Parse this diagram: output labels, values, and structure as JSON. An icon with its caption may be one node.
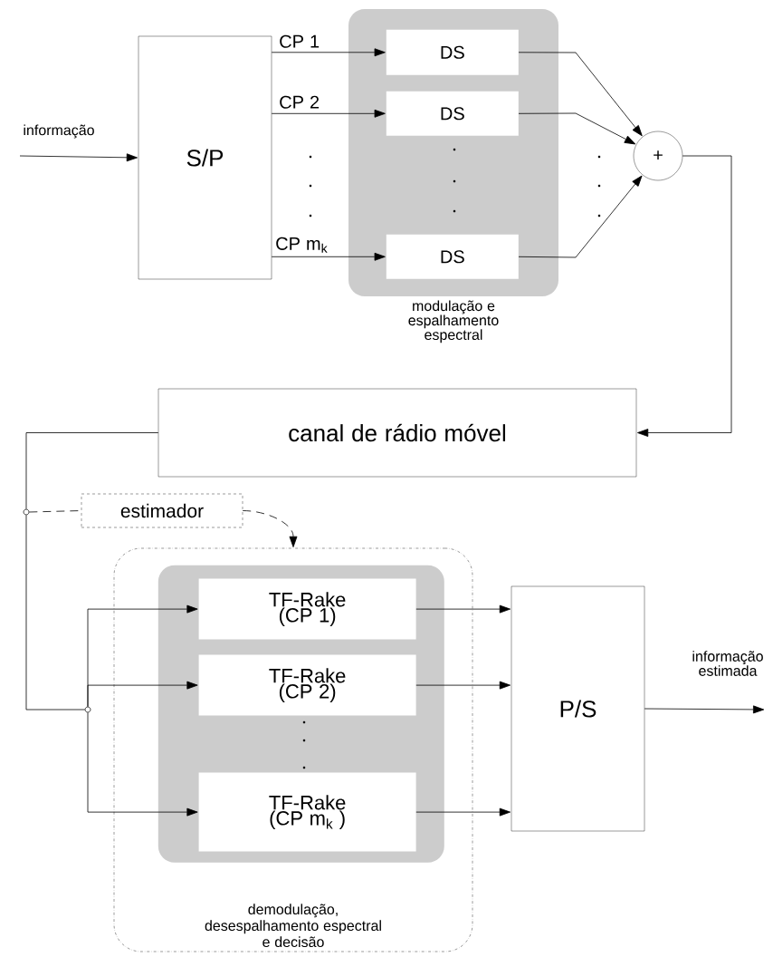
{
  "diagram": {
    "nodes": [
      {
        "text": [
          "S/P"
        ]
      },
      {
        "text": [
          "modulação e espalhamento espectral"
        ]
      },
      {
        "text": [
          "DS"
        ],
        "in": 1
      },
      {
        "text": [
          "DS"
        ],
        "in": 1
      },
      {
        "text": [
          "DS"
        ],
        "in": 1
      },
      {
        "text": [
          "+"
        ]
      },
      {
        "text": [
          "canal de rádio móvel"
        ]
      },
      {
        "text": [
          "estimador"
        ]
      },
      {
        "text": [
          "demodulação, desespalhamento espectral e decisão"
        ]
      },
      {
        "text": [],
        "shape": "box",
        "in": 8
      },
      {
        "text": [
          "TF-Rake (CP 1)"
        ],
        "in": 9
      },
      {
        "text": [
          "TF-Rake (CP 2)"
        ],
        "in": 9
      },
      {
        "text": [
          "TF-Rake (CP m$_{k}$ )"
        ],
        "in": 9
      },
      {
        "text": [
          "P/S"
        ]
      },
      {
        "text": [],
        "shape": "circle"
      },
      {
        "text": [],
        "shape": "circle"
      }
    ],
    "edges": [
      {
        "from": null,
        "to": 0,
        "arrow": "to",
        "label": "informação"
      },
      {
        "from": 0,
        "to": 2,
        "arrow": "to",
        "label": "CP 1"
      },
      {
        "from": 0,
        "to": 3,
        "arrow": "to",
        "label": "CP 2"
      },
      {
        "from": 0,
        "to": 4,
        "arrow": "to",
        "label": "CP m$_{k}$"
      },
      {
        "from": 2,
        "to": 5,
        "arrow": "to"
      },
      {
        "from": 3,
        "to": 5,
        "arrow": "to"
      },
      {
        "from": 4,
        "to": 5,
        "arrow": "to"
      },
      {
        "from": 5,
        "to": 6,
        "arrow": "to"
      },
      {
        "from": 6,
        "to": 14,
        "arrow": "none"
      },
      {
        "from": 14,
        "to": 15,
        "arrow": "none"
      },
      {
        "from": 14,
        "to": 7,
        "arrow": "none",
        "style": "dashed"
      },
      {
        "from": 7,
        "to": 8,
        "arrow": "to",
        "style": "dashed"
      },
      {
        "from": 15,
        "to": 10,
        "arrow": "to"
      },
      {
        "from": 15,
        "to": 11,
        "arrow": "to"
      },
      {
        "from": 15,
        "to": 12,
        "arrow": "to"
      },
      {
        "from": 10,
        "to": 13,
        "arrow": "to"
      },
      {
        "from": 11,
        "to": 13,
        "arrow": "to"
      },
      {
        "from": 12,
        "to": 13,
        "arrow": "to"
      },
      {
        "from": 13,
        "to": null,
        "arrow": "to",
        "label": "informação estimada"
      }
    ]
  }
}
